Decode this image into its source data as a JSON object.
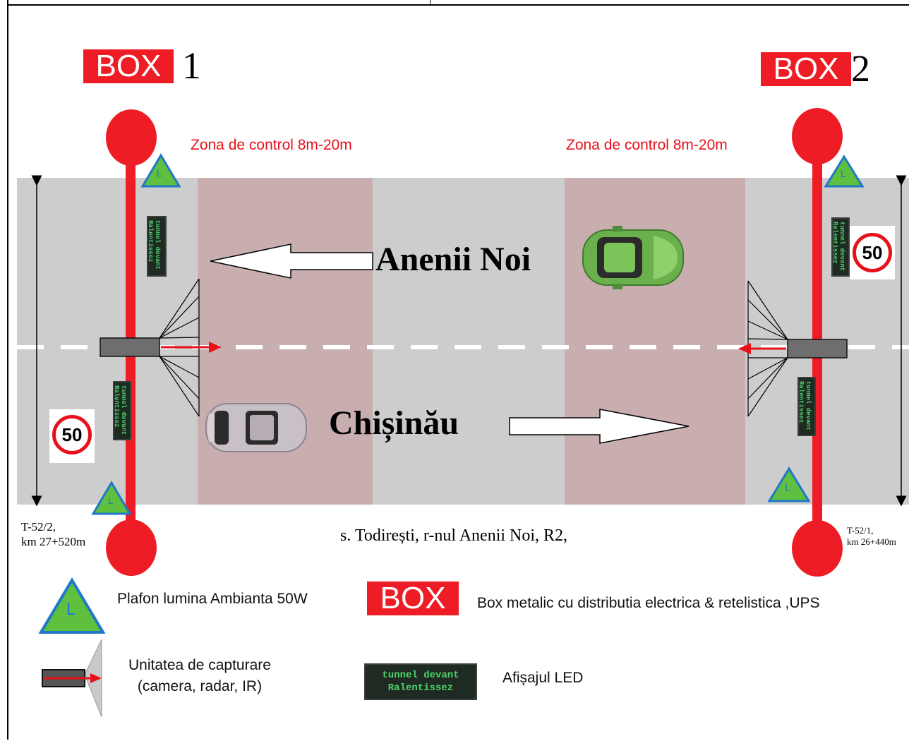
{
  "header_cells": [
    "",
    ""
  ],
  "boxes": [
    {
      "badge": "BOX",
      "number": "1"
    },
    {
      "badge": "BOX",
      "number": "2"
    }
  ],
  "zones": [
    "Zona de control 8m-20m",
    "Zona de control 8m-20m"
  ],
  "directions": {
    "north": "Anenii Noi",
    "south": "Chișinău"
  },
  "location": "s. Todirești, r-nul Anenii Noi, R2,",
  "markers": {
    "left": [
      "T-52/2,",
      "km 27+520m"
    ],
    "right": [
      "T-52/1,",
      "km 26+440m"
    ]
  },
  "speed_limit": "50",
  "lamp_symbol": "L",
  "led_text": [
    "tunnel devant",
    "Ralentissez"
  ],
  "legend": {
    "lamp": "Plafon lumina Ambianta 50W",
    "box_badge": "BOX",
    "box": "Box metalic  cu distributia electrica & retelistica ,UPS",
    "capture": [
      "Unitatea de capturare",
      "(camera, radar, IR)"
    ],
    "led": "Afișajul LED"
  },
  "colors": {
    "red": "#ee1c25",
    "road": "#cdcdcd",
    "control_zone": "#c9aeb0",
    "lamp_fill": "#5fbf3f",
    "lamp_border": "#1f78c8",
    "car_green": "#6ab04c",
    "car_silver": "#c9bfc6"
  }
}
